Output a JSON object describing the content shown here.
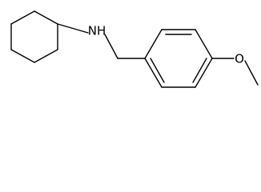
{
  "molecule": {
    "atoms": [
      {
        "id": "nitrogen",
        "label": "NH"
      },
      {
        "id": "oxygen",
        "label": "O"
      }
    ],
    "colors": {
      "bond": "#000000",
      "label": "#000000",
      "background": "#ffffff"
    }
  }
}
